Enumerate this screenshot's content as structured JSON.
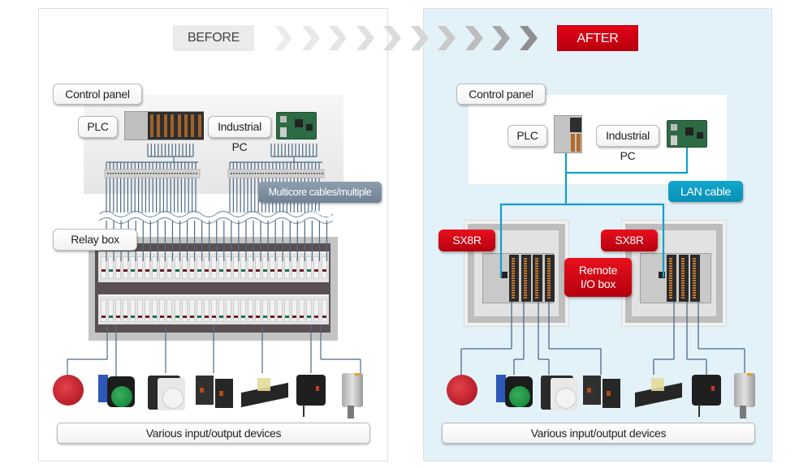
{
  "header": {
    "before_label": "BEFORE",
    "after_label": "AFTER",
    "arrow_count": 10
  },
  "before": {
    "control_panel_label": "Control panel",
    "plc_label": "PLC",
    "industrial_pc_label": "Industrial PC",
    "cables_label": "Multicore cables/multiple wires",
    "relay_box_label": "Relay box",
    "devices_label": "Various input/output devices",
    "devices": [
      "beacon-light",
      "push-button",
      "proximity-sensor",
      "photoelectric-sensor",
      "relay-socket",
      "laser-sensor",
      "distance-sensor"
    ]
  },
  "after": {
    "control_panel_label": "Control panel",
    "plc_label": "PLC",
    "industrial_pc_label": "Industrial PC",
    "lan_cable_label": "LAN cable",
    "remote_io_left_label": "SX8R",
    "remote_io_right_label": "SX8R",
    "remote_io_box_label": "Remote I/O box",
    "devices_label": "Various input/output devices",
    "devices": [
      "beacon-light",
      "push-button",
      "proximity-sensor",
      "photoelectric-sensor",
      "relay-socket",
      "laser-sensor",
      "distance-sensor"
    ]
  },
  "colors": {
    "brand_red": "#d40012",
    "lan_blue": "#139fcb",
    "wire_gray_blue": "#4b6a86",
    "after_background": "#e3f1f9"
  }
}
